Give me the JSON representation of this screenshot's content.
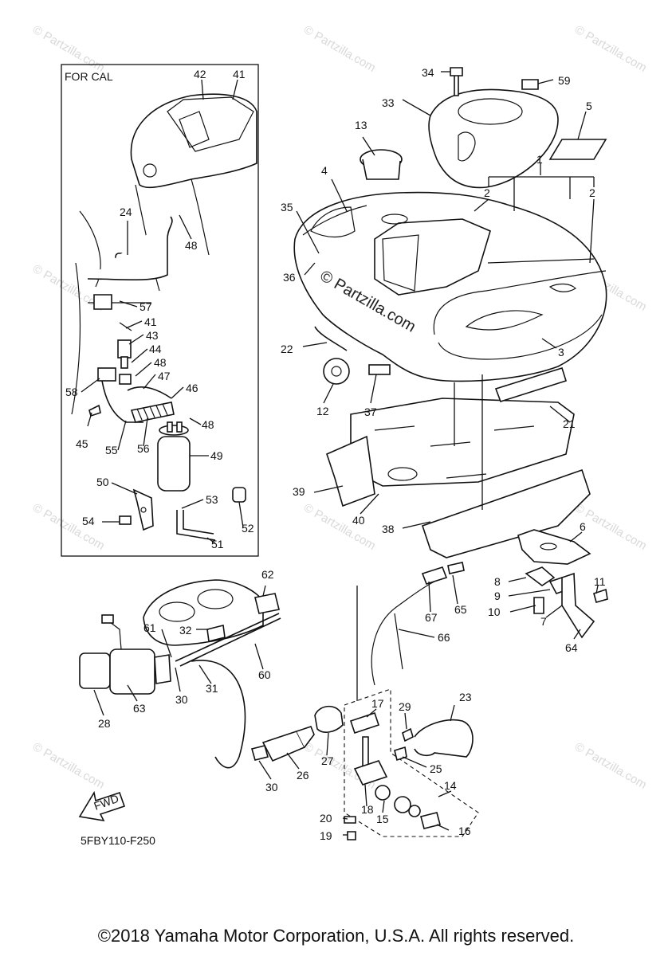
{
  "watermark_text": "© Partzilla.com",
  "center_watermark": "© Partzilla.com",
  "inset_title": "FOR CAL",
  "diagram_code": "5FBY110-F250",
  "fwd_label": "FWD",
  "copyright": "©2018 Yamaha Motor Corporation, U.S.A. All rights reserved.",
  "callouts": [
    {
      "id": "c1",
      "text": "1"
    },
    {
      "id": "c2a",
      "text": "2"
    },
    {
      "id": "c2b",
      "text": "2"
    },
    {
      "id": "c3",
      "text": "3"
    },
    {
      "id": "c4",
      "text": "4"
    },
    {
      "id": "c5",
      "text": "5"
    },
    {
      "id": "c6",
      "text": "6"
    },
    {
      "id": "c7",
      "text": "7"
    },
    {
      "id": "c8",
      "text": "8"
    },
    {
      "id": "c9",
      "text": "9"
    },
    {
      "id": "c10",
      "text": "10"
    },
    {
      "id": "c11",
      "text": "11"
    },
    {
      "id": "c12",
      "text": "12"
    },
    {
      "id": "c13",
      "text": "13"
    },
    {
      "id": "c14",
      "text": "14"
    },
    {
      "id": "c15",
      "text": "15"
    },
    {
      "id": "c16",
      "text": "16"
    },
    {
      "id": "c17",
      "text": "17"
    },
    {
      "id": "c18",
      "text": "18"
    },
    {
      "id": "c19",
      "text": "19"
    },
    {
      "id": "c20",
      "text": "20"
    },
    {
      "id": "c21",
      "text": "21"
    },
    {
      "id": "c22",
      "text": "22"
    },
    {
      "id": "c23",
      "text": "23"
    },
    {
      "id": "c24",
      "text": "24"
    },
    {
      "id": "c25",
      "text": "25"
    },
    {
      "id": "c26",
      "text": "26"
    },
    {
      "id": "c27",
      "text": "27"
    },
    {
      "id": "c28",
      "text": "28"
    },
    {
      "id": "c29",
      "text": "29"
    },
    {
      "id": "c30a",
      "text": "30"
    },
    {
      "id": "c30b",
      "text": "30"
    },
    {
      "id": "c31",
      "text": "31"
    },
    {
      "id": "c32",
      "text": "32"
    },
    {
      "id": "c33",
      "text": "33"
    },
    {
      "id": "c34",
      "text": "34"
    },
    {
      "id": "c35",
      "text": "35"
    },
    {
      "id": "c36",
      "text": "36"
    },
    {
      "id": "c37",
      "text": "37"
    },
    {
      "id": "c38",
      "text": "38"
    },
    {
      "id": "c39",
      "text": "39"
    },
    {
      "id": "c40",
      "text": "40"
    },
    {
      "id": "c41a",
      "text": "41"
    },
    {
      "id": "c41b",
      "text": "41"
    },
    {
      "id": "c42",
      "text": "42"
    },
    {
      "id": "c43",
      "text": "43"
    },
    {
      "id": "c44",
      "text": "44"
    },
    {
      "id": "c45",
      "text": "45"
    },
    {
      "id": "c46",
      "text": "46"
    },
    {
      "id": "c47",
      "text": "47"
    },
    {
      "id": "c48a",
      "text": "48"
    },
    {
      "id": "c48b",
      "text": "48"
    },
    {
      "id": "c48c",
      "text": "48"
    },
    {
      "id": "c49",
      "text": "49"
    },
    {
      "id": "c50",
      "text": "50"
    },
    {
      "id": "c51",
      "text": "51"
    },
    {
      "id": "c52",
      "text": "52"
    },
    {
      "id": "c53",
      "text": "53"
    },
    {
      "id": "c54",
      "text": "54"
    },
    {
      "id": "c55",
      "text": "55"
    },
    {
      "id": "c56",
      "text": "56"
    },
    {
      "id": "c57",
      "text": "57"
    },
    {
      "id": "c58",
      "text": "58"
    },
    {
      "id": "c59",
      "text": "59"
    },
    {
      "id": "c60",
      "text": "60"
    },
    {
      "id": "c61",
      "text": "61"
    },
    {
      "id": "c62",
      "text": "62"
    },
    {
      "id": "c63",
      "text": "63"
    },
    {
      "id": "c64",
      "text": "64"
    },
    {
      "id": "c65",
      "text": "65"
    },
    {
      "id": "c66",
      "text": "66"
    },
    {
      "id": "c67",
      "text": "67"
    }
  ]
}
